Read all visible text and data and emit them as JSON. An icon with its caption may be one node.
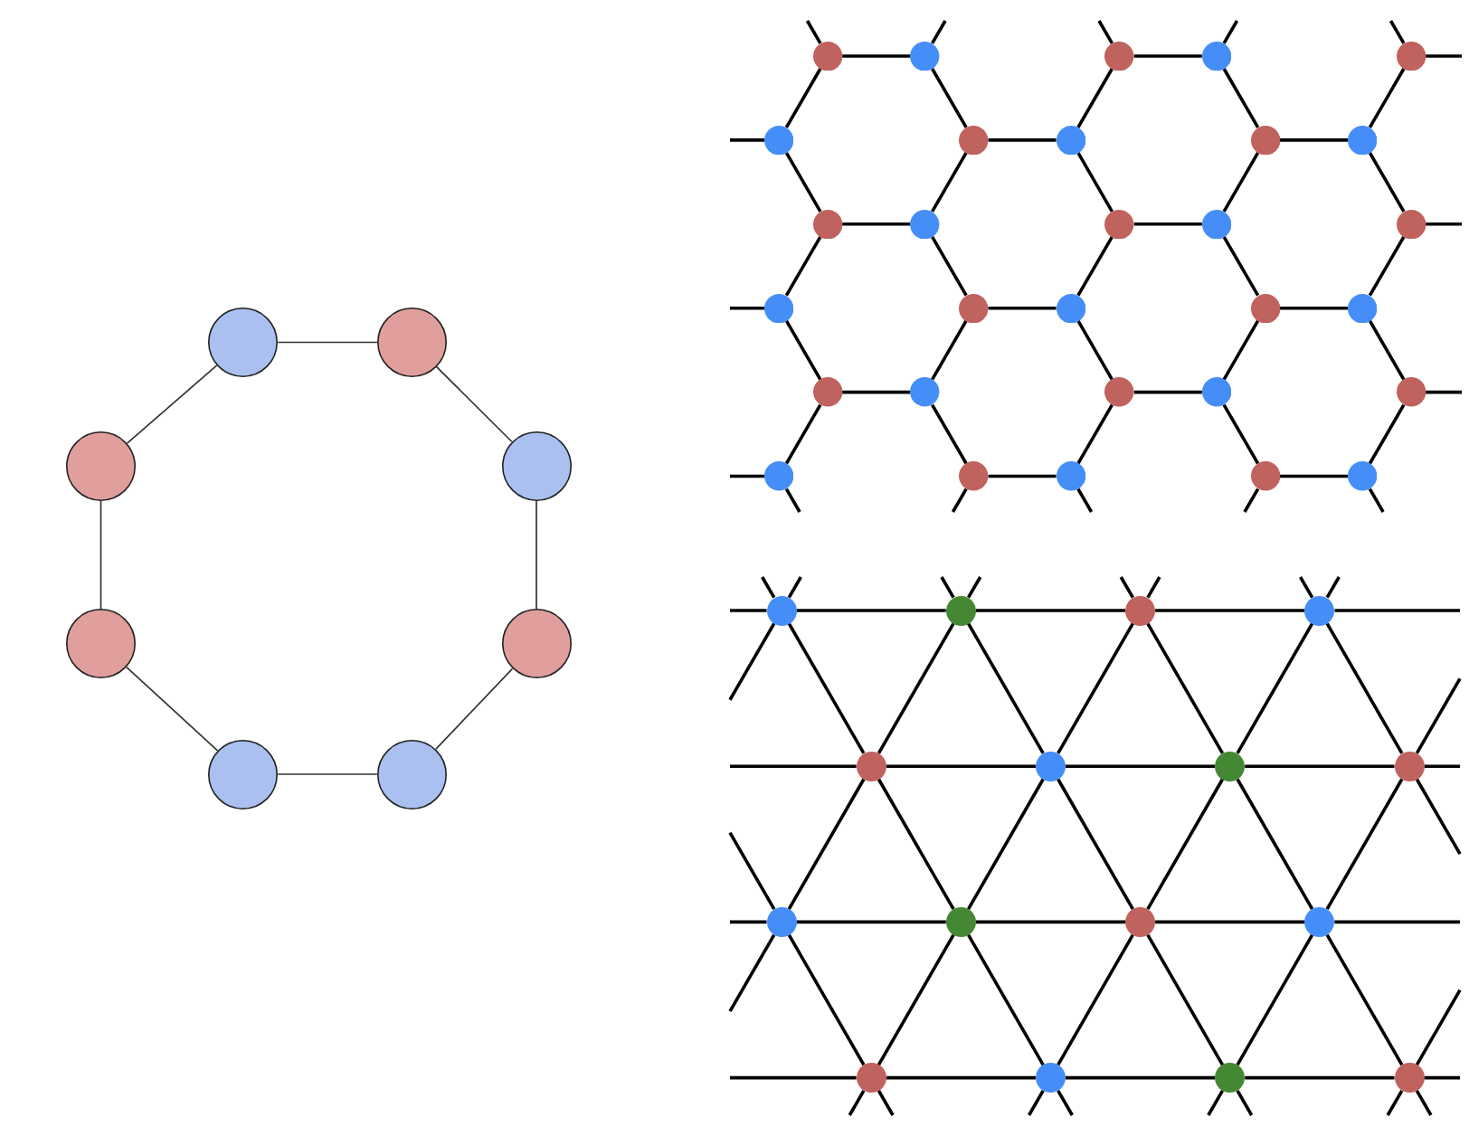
{
  "diagram": {
    "nodes": [
      {
        "text": [],
        "shape": "circle"
      },
      {
        "text": [],
        "shape": "circle"
      },
      {
        "text": [],
        "shape": "circle"
      },
      {
        "text": [],
        "shape": "circle"
      },
      {
        "text": [],
        "shape": "circle"
      },
      {
        "text": [],
        "shape": "circle"
      },
      {
        "text": [],
        "shape": "circle"
      },
      {
        "text": [],
        "shape": "circle"
      },
      {
        "text": [],
        "shape": "circle"
      },
      {
        "text": [],
        "shape": "circle"
      },
      {
        "text": [],
        "shape": "circle"
      },
      {
        "text": [],
        "shape": "circle"
      },
      {
        "text": [],
        "shape": "circle"
      },
      {
        "text": [],
        "shape": "circle"
      },
      {
        "text": [],
        "shape": "circle"
      },
      {
        "text": [],
        "shape": "circle"
      },
      {
        "text": [],
        "shape": "circle"
      },
      {
        "text": [],
        "shape": "circle"
      },
      {
        "text": [],
        "shape": "circle"
      },
      {
        "text": [],
        "shape": "circle"
      },
      {
        "text": [],
        "shape": "circle"
      },
      {
        "text": [],
        "shape": "circle"
      },
      {
        "text": [],
        "shape": "circle"
      },
      {
        "text": [],
        "shape": "circle"
      },
      {
        "text": [],
        "shape": "circle"
      },
      {
        "text": [],
        "shape": "circle"
      },
      {
        "text": [],
        "shape": "circle"
      },
      {
        "text": [],
        "shape": "circle"
      },
      {
        "text": [],
        "shape": "circle"
      },
      {
        "text": [],
        "shape": "circle"
      },
      {
        "text": [],
        "shape": "circle"
      },
      {
        "text": [],
        "shape": "circle"
      },
      {
        "text": [],
        "shape": "circle"
      },
      {
        "text": [],
        "shape": "circle"
      },
      {
        "text": [],
        "shape": "circle"
      },
      {
        "text": [],
        "shape": "circle"
      },
      {
        "text": [],
        "shape": "circle"
      },
      {
        "text": [],
        "shape": "circle"
      },
      {
        "text": [],
        "shape": "circle"
      },
      {
        "text": [],
        "shape": "circle"
      },
      {
        "text": [],
        "shape": "circle"
      },
      {
        "text": [],
        "shape": "circle"
      },
      {
        "text": [],
        "shape": "circle"
      },
      {
        "text": [],
        "shape": "circle"
      },
      {
        "text": [],
        "shape": "circle"
      },
      {
        "text": [],
        "shape": "circle"
      },
      {
        "text": [],
        "shape": "circle"
      },
      {
        "text": [],
        "shape": "circle"
      },
      {
        "text": [],
        "shape": "circle"
      },
      {
        "text": [],
        "shape": "circle"
      },
      {
        "text": [],
        "shape": "circle"
      },
      {
        "text": [],
        "shape": "circle"
      },
      {
        "text": [],
        "shape": "circle"
      },
      {
        "text": [],
        "shape": "circle"
      }
    ],
    "edges": [
      {
        "from": 0,
        "to": 1,
        "arrow": "none"
      },
      {
        "from": 0,
        "to": 2,
        "arrow": "none"
      },
      {
        "from": 1,
        "to": 3,
        "arrow": "none"
      },
      {
        "from": 2,
        "to": 4,
        "arrow": "none"
      },
      {
        "from": 3,
        "to": 5,
        "arrow": "none"
      },
      {
        "from": 4,
        "to": 6,
        "arrow": "none"
      },
      {
        "from": 5,
        "to": 7,
        "arrow": "none"
      },
      {
        "from": 6,
        "to": 7,
        "arrow": "none"
      },
      {
        "from": 8,
        "to": null,
        "arrow": "none"
      },
      {
        "from": 9,
        "to": null,
        "arrow": "none"
      },
      {
        "from": 10,
        "to": null,
        "arrow": "none"
      },
      {
        "from": 11,
        "to": null,
        "arrow": "none"
      },
      {
        "from": 12,
        "to": null,
        "arrow": "none"
      },
      {
        "from": 8,
        "to": 9,
        "arrow": "none"
      },
      {
        "from": 10,
        "to": 11,
        "arrow": "none"
      },
      {
        "from": 12,
        "to": null,
        "arrow": "none"
      },
      {
        "from": 8,
        "to": 13,
        "arrow": "none"
      },
      {
        "from": 9,
        "to": 14,
        "arrow": "none"
      },
      {
        "from": 10,
        "to": 15,
        "arrow": "none"
      },
      {
        "from": 11,
        "to": 16,
        "arrow": "none"
      },
      {
        "from": 12,
        "to": 17,
        "arrow": "none"
      },
      {
        "from": 13,
        "to": null,
        "arrow": "none"
      },
      {
        "from": 14,
        "to": 15,
        "arrow": "none"
      },
      {
        "from": 16,
        "to": 17,
        "arrow": "none"
      },
      {
        "from": 13,
        "to": 18,
        "arrow": "none"
      },
      {
        "from": 14,
        "to": 19,
        "arrow": "none"
      },
      {
        "from": 15,
        "to": 20,
        "arrow": "none"
      },
      {
        "from": 16,
        "to": 21,
        "arrow": "none"
      },
      {
        "from": 17,
        "to": 22,
        "arrow": "none"
      },
      {
        "from": 18,
        "to": 19,
        "arrow": "none"
      },
      {
        "from": 20,
        "to": 21,
        "arrow": "none"
      },
      {
        "from": 22,
        "to": null,
        "arrow": "none"
      },
      {
        "from": 18,
        "to": 23,
        "arrow": "none"
      },
      {
        "from": 19,
        "to": 24,
        "arrow": "none"
      },
      {
        "from": 20,
        "to": 25,
        "arrow": "none"
      },
      {
        "from": 21,
        "to": 26,
        "arrow": "none"
      },
      {
        "from": 22,
        "to": 27,
        "arrow": "none"
      },
      {
        "from": 23,
        "to": null,
        "arrow": "none"
      },
      {
        "from": 24,
        "to": 25,
        "arrow": "none"
      },
      {
        "from": 26,
        "to": 27,
        "arrow": "none"
      },
      {
        "from": 23,
        "to": 28,
        "arrow": "none"
      },
      {
        "from": 24,
        "to": 29,
        "arrow": "none"
      },
      {
        "from": 25,
        "to": 30,
        "arrow": "none"
      },
      {
        "from": 26,
        "to": 31,
        "arrow": "none"
      },
      {
        "from": 27,
        "to": 32,
        "arrow": "none"
      },
      {
        "from": 28,
        "to": 29,
        "arrow": "none"
      },
      {
        "from": 30,
        "to": 31,
        "arrow": "none"
      },
      {
        "from": 32,
        "to": null,
        "arrow": "none"
      },
      {
        "from": 28,
        "to": 33,
        "arrow": "none"
      },
      {
        "from": 29,
        "to": 34,
        "arrow": "none"
      },
      {
        "from": 30,
        "to": 35,
        "arrow": "none"
      },
      {
        "from": 31,
        "to": 36,
        "arrow": "none"
      },
      {
        "from": 32,
        "to": 37,
        "arrow": "none"
      },
      {
        "from": 33,
        "to": null,
        "arrow": "none"
      },
      {
        "from": 34,
        "to": 35,
        "arrow": "none"
      },
      {
        "from": 36,
        "to": 37,
        "arrow": "none"
      },
      {
        "from": 33,
        "to": null,
        "arrow": "none"
      },
      {
        "from": 34,
        "to": null,
        "arrow": "none"
      },
      {
        "from": 35,
        "to": null,
        "arrow": "none"
      },
      {
        "from": 36,
        "to": null,
        "arrow": "none"
      },
      {
        "from": 37,
        "to": null,
        "arrow": "none"
      },
      {
        "from": 38,
        "to": null,
        "arrow": "none"
      },
      {
        "from": 38,
        "to": null,
        "arrow": "none"
      },
      {
        "from": 39,
        "to": null,
        "arrow": "none"
      },
      {
        "from": 39,
        "to": null,
        "arrow": "none"
      },
      {
        "from": 40,
        "to": null,
        "arrow": "none"
      },
      {
        "from": 40,
        "to": null,
        "arrow": "none"
      },
      {
        "from": 41,
        "to": null,
        "arrow": "none"
      },
      {
        "from": 41,
        "to": null,
        "arrow": "none"
      },
      {
        "from": 38,
        "to": null,
        "arrow": "none"
      },
      {
        "from": 38,
        "to": 39,
        "arrow": "none"
      },
      {
        "from": 39,
        "to": 40,
        "arrow": "none"
      },
      {
        "from": 40,
        "to": 41,
        "arrow": "none"
      },
      {
        "from": 41,
        "to": null,
        "arrow": "none"
      },
      {
        "from": 38,
        "to": null,
        "arrow": "none"
      },
      {
        "from": 38,
        "to": 42,
        "arrow": "none"
      },
      {
        "from": 39,
        "to": 42,
        "arrow": "none"
      },
      {
        "from": 39,
        "to": 43,
        "arrow": "none"
      },
      {
        "from": 40,
        "to": 43,
        "arrow": "none"
      },
      {
        "from": 40,
        "to": 44,
        "arrow": "none"
      },
      {
        "from": 41,
        "to": 44,
        "arrow": "none"
      },
      {
        "from": 41,
        "to": 45,
        "arrow": "none"
      },
      {
        "from": 45,
        "to": null,
        "arrow": "none"
      },
      {
        "from": 42,
        "to": null,
        "arrow": "none"
      },
      {
        "from": 42,
        "to": 43,
        "arrow": "none"
      },
      {
        "from": 43,
        "to": 44,
        "arrow": "none"
      },
      {
        "from": 44,
        "to": 45,
        "arrow": "none"
      },
      {
        "from": 45,
        "to": null,
        "arrow": "none"
      },
      {
        "from": 46,
        "to": null,
        "arrow": "none"
      },
      {
        "from": 42,
        "to": 46,
        "arrow": "none"
      },
      {
        "from": 42,
        "to": 47,
        "arrow": "none"
      },
      {
        "from": 43,
        "to": 47,
        "arrow": "none"
      },
      {
        "from": 43,
        "to": 48,
        "arrow": "none"
      },
      {
        "from": 44,
        "to": 48,
        "arrow": "none"
      },
      {
        "from": 44,
        "to": 49,
        "arrow": "none"
      },
      {
        "from": 45,
        "to": 49,
        "arrow": "none"
      },
      {
        "from": 45,
        "to": null,
        "arrow": "none"
      },
      {
        "from": 46,
        "to": null,
        "arrow": "none"
      },
      {
        "from": 46,
        "to": 47,
        "arrow": "none"
      },
      {
        "from": 47,
        "to": 48,
        "arrow": "none"
      },
      {
        "from": 48,
        "to": 49,
        "arrow": "none"
      },
      {
        "from": 49,
        "to": null,
        "arrow": "none"
      },
      {
        "from": 46,
        "to": null,
        "arrow": "none"
      },
      {
        "from": 46,
        "to": 50,
        "arrow": "none"
      },
      {
        "from": 47,
        "to": 50,
        "arrow": "none"
      },
      {
        "from": 47,
        "to": 51,
        "arrow": "none"
      },
      {
        "from": 48,
        "to": 51,
        "arrow": "none"
      },
      {
        "from": 48,
        "to": 52,
        "arrow": "none"
      },
      {
        "from": 49,
        "to": 52,
        "arrow": "none"
      },
      {
        "from": 49,
        "to": 53,
        "arrow": "none"
      },
      {
        "from": 53,
        "to": null,
        "arrow": "none"
      },
      {
        "from": 50,
        "to": null,
        "arrow": "none"
      },
      {
        "from": 50,
        "to": 51,
        "arrow": "none"
      },
      {
        "from": 51,
        "to": 52,
        "arrow": "none"
      },
      {
        "from": 52,
        "to": 53,
        "arrow": "none"
      },
      {
        "from": 53,
        "to": null,
        "arrow": "none"
      },
      {
        "from": 50,
        "to": null,
        "arrow": "none"
      },
      {
        "from": 50,
        "to": null,
        "arrow": "none"
      },
      {
        "from": 51,
        "to": null,
        "arrow": "none"
      },
      {
        "from": 51,
        "to": null,
        "arrow": "none"
      },
      {
        "from": 52,
        "to": null,
        "arrow": "none"
      },
      {
        "from": 52,
        "to": null,
        "arrow": "none"
      },
      {
        "from": 53,
        "to": null,
        "arrow": "none"
      },
      {
        "from": 53,
        "to": null,
        "arrow": "none"
      }
    ]
  }
}
